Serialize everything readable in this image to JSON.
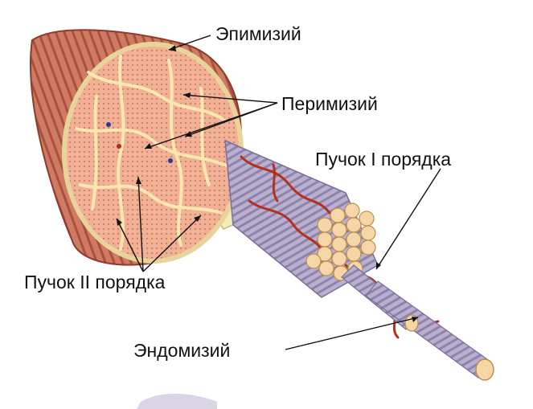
{
  "labels": {
    "epimysium": "Эпимизий",
    "perimysium": "Перимизий",
    "bundle_first_order": "Пучок I порядка",
    "bundle_second_order": "Пучок II порядка",
    "endomysium": "Эндомизий"
  },
  "colors": {
    "muscle_outer": "#c86a55",
    "muscle_stripe": "#a84a3a",
    "section_fill": "#f2b9a0",
    "perimysium_net": "#fbe7b0",
    "connective_sheath": "#f3ecb8",
    "fiber_purple": "#b7aecc",
    "fiber_stripe": "#8c80a8",
    "fiber_end": "#f6d6a6",
    "vessel_red": "#b5301f",
    "leader_line": "#111111"
  }
}
